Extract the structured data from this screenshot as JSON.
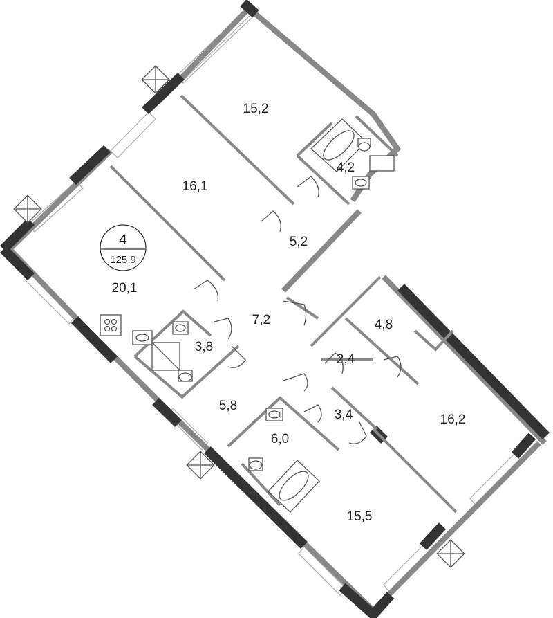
{
  "apartment": {
    "rooms_count": "4",
    "total_area": "125,9"
  },
  "rooms": [
    {
      "id": "bedroom-top",
      "area": "15,2"
    },
    {
      "id": "bedroom-mid",
      "area": "16,1"
    },
    {
      "id": "bathroom-top",
      "area": "4,2"
    },
    {
      "id": "hall-upper",
      "area": "5,2"
    },
    {
      "id": "living-kitchen",
      "area": "20,1"
    },
    {
      "id": "hall-central",
      "area": "7,2"
    },
    {
      "id": "bathroom-small",
      "area": "3,8"
    },
    {
      "id": "storage-right",
      "area": "4,8"
    },
    {
      "id": "closet",
      "area": "2,4"
    },
    {
      "id": "corridor-low",
      "area": "5,8"
    },
    {
      "id": "hall-lower",
      "area": "3,4"
    },
    {
      "id": "bedroom-right",
      "area": "16,2"
    },
    {
      "id": "bathroom-lower",
      "area": "6,0"
    },
    {
      "id": "bedroom-bottom",
      "area": "15,5"
    }
  ]
}
